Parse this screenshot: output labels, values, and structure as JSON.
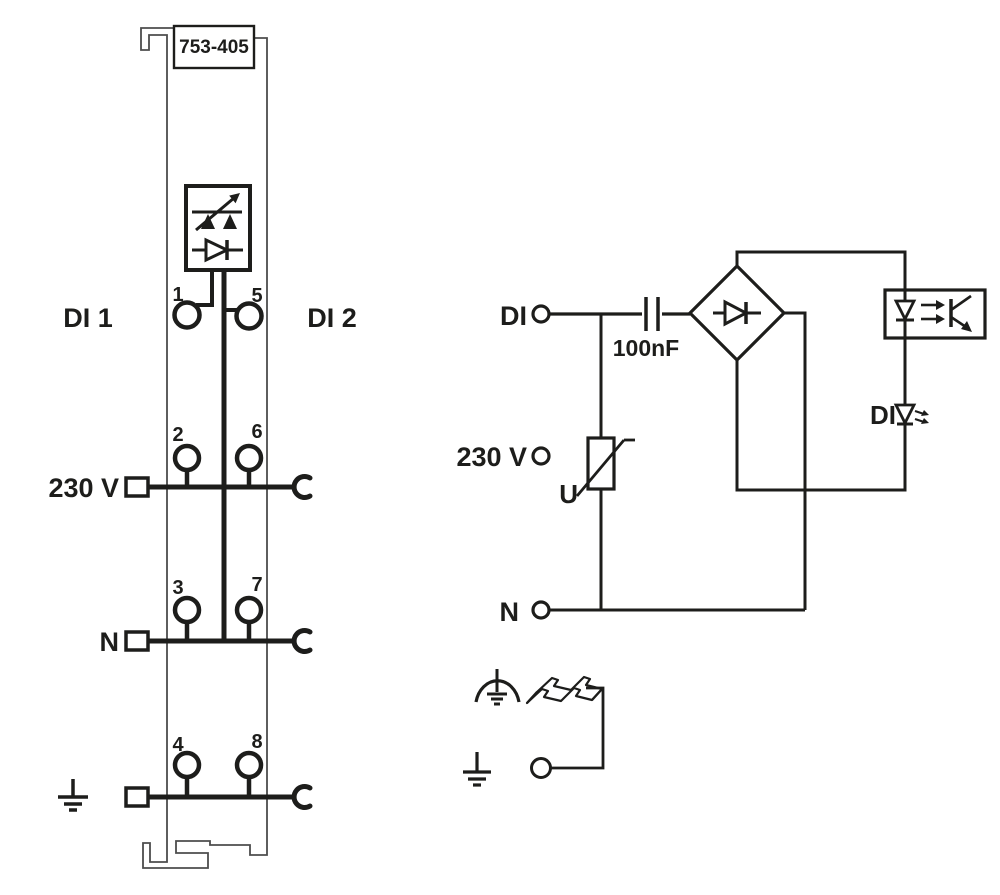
{
  "diagram": {
    "module": {
      "part_number": "753-405",
      "channel_left_label": "DI 1",
      "channel_right_label": "DI 2",
      "line_label": "230 V",
      "neutral_label": "N",
      "terminal_numbers": [
        "1",
        "2",
        "3",
        "4",
        "5",
        "6",
        "7",
        "8"
      ]
    },
    "schematic": {
      "input_label": "DI",
      "capacitor_value": "100nF",
      "line_label": "230 V",
      "varistor_label": "U",
      "neutral_label": "N",
      "status_led_label": "DI"
    },
    "colors": {
      "line": "#1d1d1b",
      "outline": "#4d4d4d",
      "background": "#ffffff"
    }
  }
}
